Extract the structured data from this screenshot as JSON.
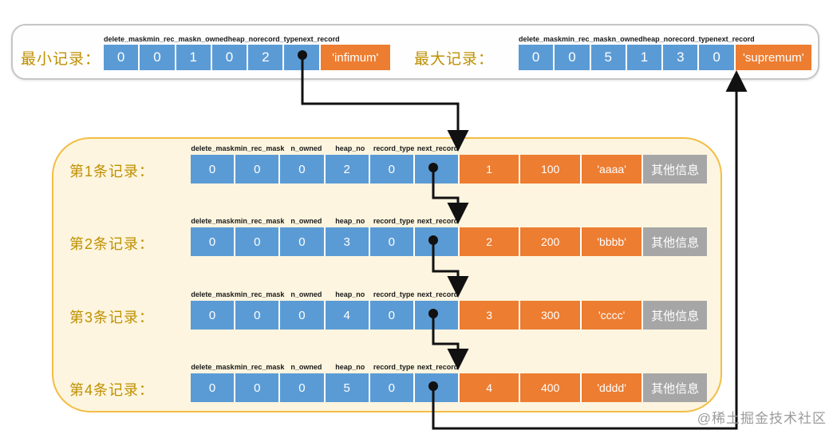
{
  "colors": {
    "blue": "#5B9BD5",
    "orange": "#ED7D31",
    "grayc": "#A6A6A6",
    "labelc": "#BF9000",
    "panel_border": "#C6C6C6",
    "box_bg": "#FDF5DF",
    "box_border": "#F2BE45",
    "arrow": "#111111",
    "watermarkc": "#9B9B9B"
  },
  "field_headers": [
    "delete_mask",
    "min_rec_mask",
    "n_owned",
    "heap_no",
    "record_type",
    "next_record"
  ],
  "top": {
    "min_record": {
      "label": "最小记录：",
      "values": [
        "0",
        "0",
        "1",
        "0",
        "2"
      ],
      "next_record_pointer": "dot",
      "tail": "'infimum'"
    },
    "max_record": {
      "label": "最大记录：",
      "values": [
        "0",
        "0",
        "5",
        "1",
        "3",
        "0"
      ],
      "tail": "'supremum'"
    }
  },
  "records": [
    {
      "label": "第1条记录：",
      "values": [
        "0",
        "0",
        "0",
        "2",
        "0"
      ],
      "next_record_pointer": "dot",
      "cols": [
        "1",
        "100",
        "'aaaa'"
      ],
      "other": "其他信息"
    },
    {
      "label": "第2条记录：",
      "values": [
        "0",
        "0",
        "0",
        "3",
        "0"
      ],
      "next_record_pointer": "dot",
      "cols": [
        "2",
        "200",
        "'bbbb'"
      ],
      "other": "其他信息"
    },
    {
      "label": "第3条记录：",
      "values": [
        "0",
        "0",
        "0",
        "4",
        "0"
      ],
      "next_record_pointer": "dot",
      "cols": [
        "3",
        "300",
        "'cccc'"
      ],
      "other": "其他信息"
    },
    {
      "label": "第4条记录：",
      "values": [
        "0",
        "0",
        "0",
        "5",
        "0"
      ],
      "next_record_pointer": "dot",
      "cols": [
        "4",
        "400",
        "'dddd'"
      ],
      "other": "其他信息"
    }
  ],
  "watermark": "@稀土掘金技术社区"
}
